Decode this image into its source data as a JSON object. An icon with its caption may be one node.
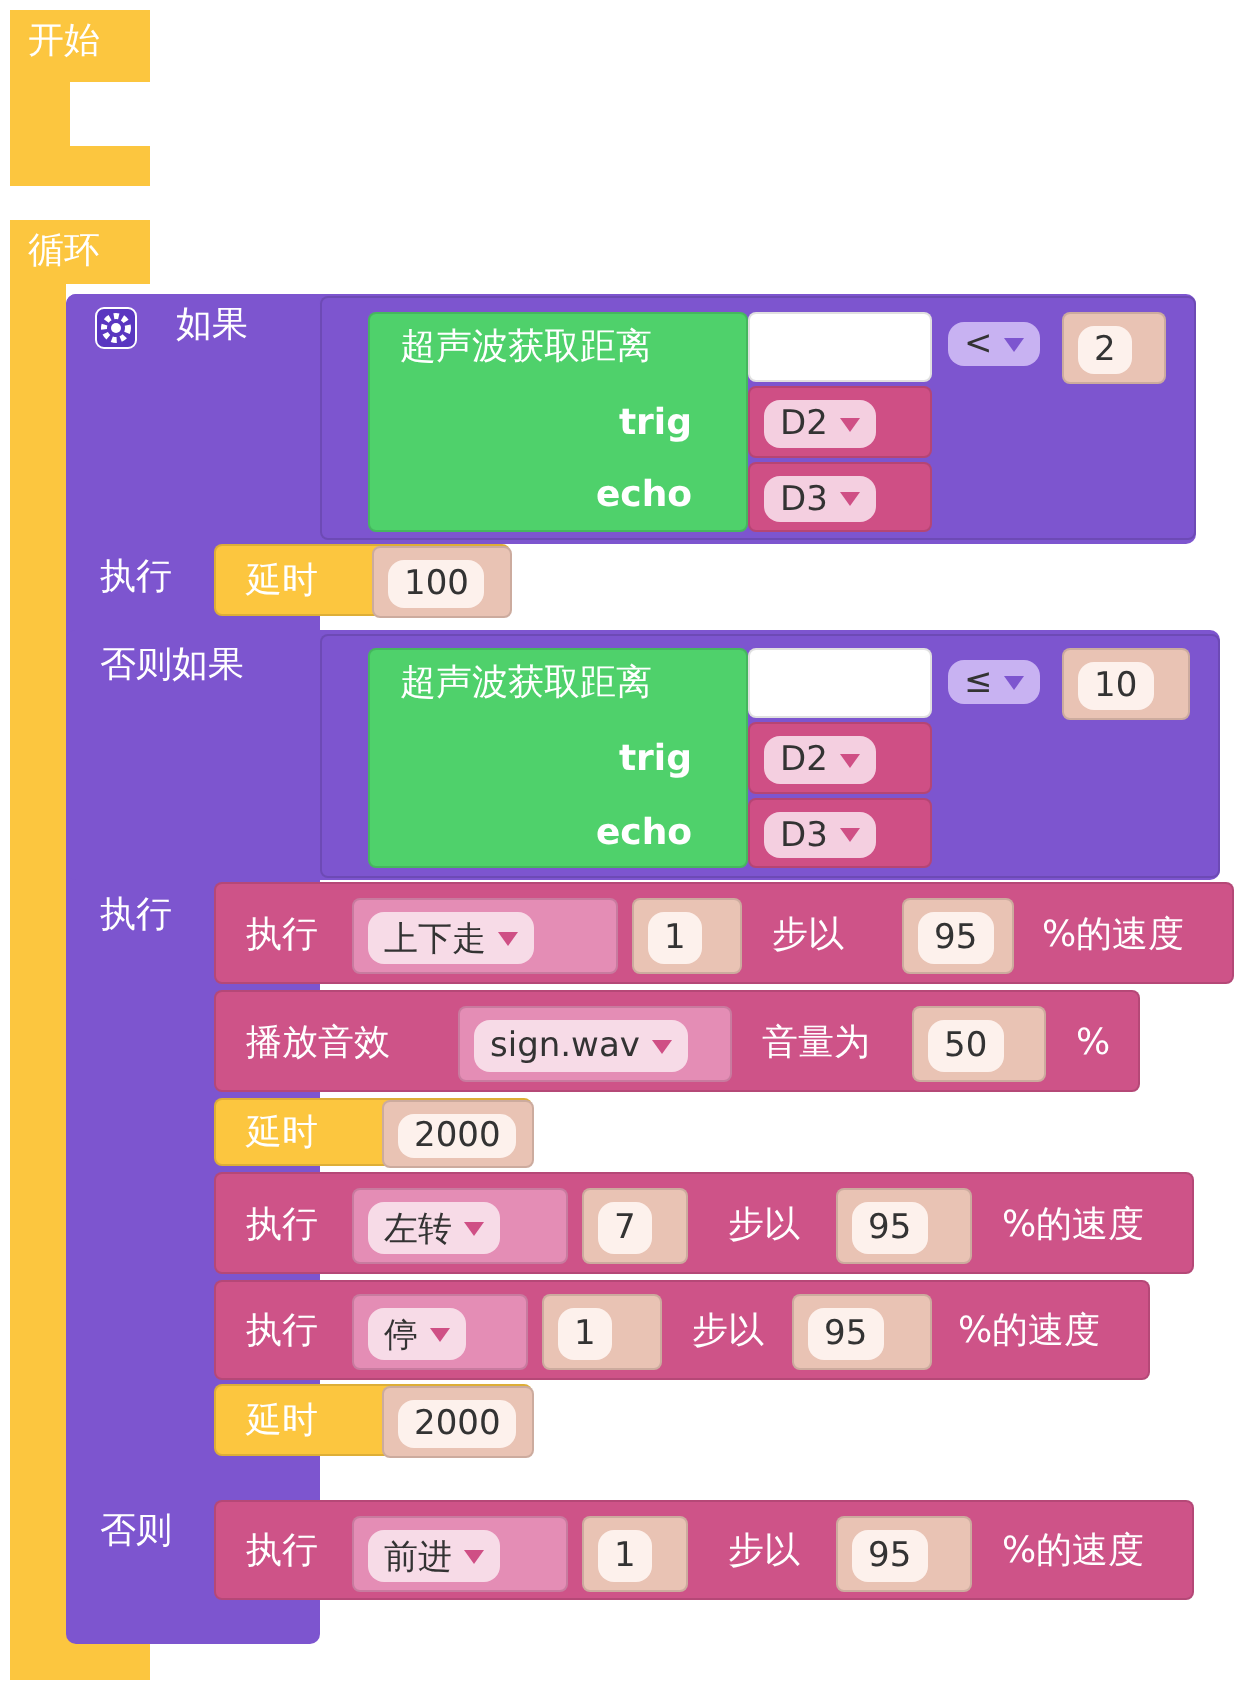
{
  "diagram": {
    "nodes": [
      {
        "text": [
          "开始"
        ]
      },
      {
        "text": [
          "循环"
        ]
      },
      {
        "text": [
          "如果",
          "执行",
          "否则如果",
          "执行",
          "否则"
        ]
      },
      {
        "text": [
          "<"
        ],
        "in": 2
      },
      {
        "text": [
          "超声波获取距离",
          "trig",
          "echo"
        ],
        "in": 3
      },
      {
        "text": [
          "D2"
        ],
        "in": 3
      },
      {
        "text": [
          "D3"
        ],
        "in": 3
      },
      {
        "text": [
          "2"
        ],
        "in": 3
      },
      {
        "text": [
          "延时"
        ],
        "in": 2
      },
      {
        "text": [
          "100"
        ],
        "in": 8
      },
      {
        "text": [
          "≤"
        ],
        "in": 2
      },
      {
        "text": [
          "超声波获取距离",
          "trig",
          "echo"
        ],
        "in": 10
      },
      {
        "text": [
          "D2"
        ],
        "in": 10
      },
      {
        "text": [
          "D3"
        ],
        "in": 10
      },
      {
        "text": [
          "10"
        ],
        "in": 10
      },
      {
        "text": [
          "执行",
          "步以",
          "%的速度"
        ],
        "in": 2
      },
      {
        "text": [
          "上下走"
        ],
        "in": 15
      },
      {
        "text": [
          "1"
        ],
        "in": 15
      },
      {
        "text": [
          "95"
        ],
        "in": 15
      },
      {
        "text": [
          "播放音效",
          "音量为",
          "%"
        ],
        "in": 2
      },
      {
        "text": [
          "sign.wav"
        ],
        "in": 19
      },
      {
        "text": [
          "50"
        ],
        "in": 19
      },
      {
        "text": [
          "延时"
        ],
        "in": 2
      },
      {
        "text": [
          "2000"
        ],
        "in": 22
      },
      {
        "text": [
          "执行",
          "步以",
          "%的速度"
        ],
        "in": 2
      },
      {
        "text": [
          "左转"
        ],
        "in": 24
      },
      {
        "text": [
          "7"
        ],
        "in": 24
      },
      {
        "text": [
          "95"
        ],
        "in": 24
      },
      {
        "text": [
          "执行",
          "步以",
          "%的速度"
        ],
        "in": 2
      },
      {
        "text": [
          "停"
        ],
        "in": 28
      },
      {
        "text": [
          "1"
        ],
        "in": 28
      },
      {
        "text": [
          "95"
        ],
        "in": 28
      },
      {
        "text": [
          "延时"
        ],
        "in": 2
      },
      {
        "text": [
          "2000"
        ],
        "in": 32
      },
      {
        "text": [
          "执行",
          "步以",
          "%的速度"
        ],
        "in": 2
      },
      {
        "text": [
          "前进"
        ],
        "in": 34
      },
      {
        "text": [
          "1"
        ],
        "in": 34
      },
      {
        "text": [
          "95"
        ],
        "in": 34
      },
      {
        "text": [],
        "shape": "box",
        "in": 3
      },
      {
        "text": [],
        "shape": "box",
        "in": 10
      }
    ]
  }
}
